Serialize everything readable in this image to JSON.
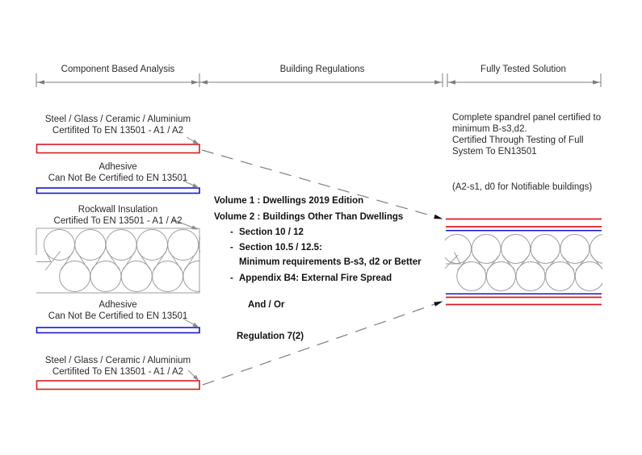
{
  "header": {
    "col1": "Component Based Analysis",
    "col2": "Building Regulations",
    "col3": "Fully Tested Solution"
  },
  "left_panel": {
    "steel_top": {
      "line1": "Steel / Glass / Ceramic / Aluminium",
      "line2": "Certifited To EN 13501 - A1 / A2"
    },
    "adhesive_top": {
      "line1": "Adhesive",
      "line2": "Can Not Be Certified to EN 13501"
    },
    "insulation": {
      "line1": "Rockwall Insulation",
      "line2": "Certified To EN 13501 - A1 / A2"
    },
    "adhesive_bottom": {
      "line1": "Adhesive",
      "line2": "Can Not Be Certified to EN 13501"
    },
    "steel_bottom": {
      "line1": "Steel / Glass / Ceramic / Aluminium",
      "line2": "Certifited To EN 13501 - A1 / A2"
    }
  },
  "regulations": {
    "volume1_label": "Volume 1",
    "volume1_text": " : Dwellings 2019 Edition",
    "volume2_label": "Volume 2",
    "volume2_text": " : Buildings Other Than Dwellings",
    "bullets": [
      {
        "bullet": "-",
        "text": "Section 10 / 12"
      },
      {
        "bullet": "-",
        "text": "Section 10.5 / 12.5:"
      },
      {
        "bullet": "",
        "text": "Minimum requirements B-s3, d2 or Better"
      },
      {
        "bullet": "-",
        "text": "Appendix B4: External Fire Spread"
      }
    ],
    "and_or": "And / Or",
    "regulation": "Regulation 7(2)"
  },
  "tested_solution": {
    "desc_line1": "Complete spandrel panel certified to",
    "desc_line2": "minimum B-s3,d2.",
    "desc_line3": "Certified Through Testing of Full",
    "desc_line4": "System To EN13501",
    "note": "(A2-s1, d0 for Notifiable buildings)"
  },
  "colors": {
    "steel": "#d61b20",
    "adhesive": "#1717c9",
    "insulation_outline": "#9d9d9d",
    "leader": "#8c8c8c",
    "dimension": "#7d7d7d",
    "connector": "#7d7d7d",
    "arrow_black": "#111111"
  }
}
